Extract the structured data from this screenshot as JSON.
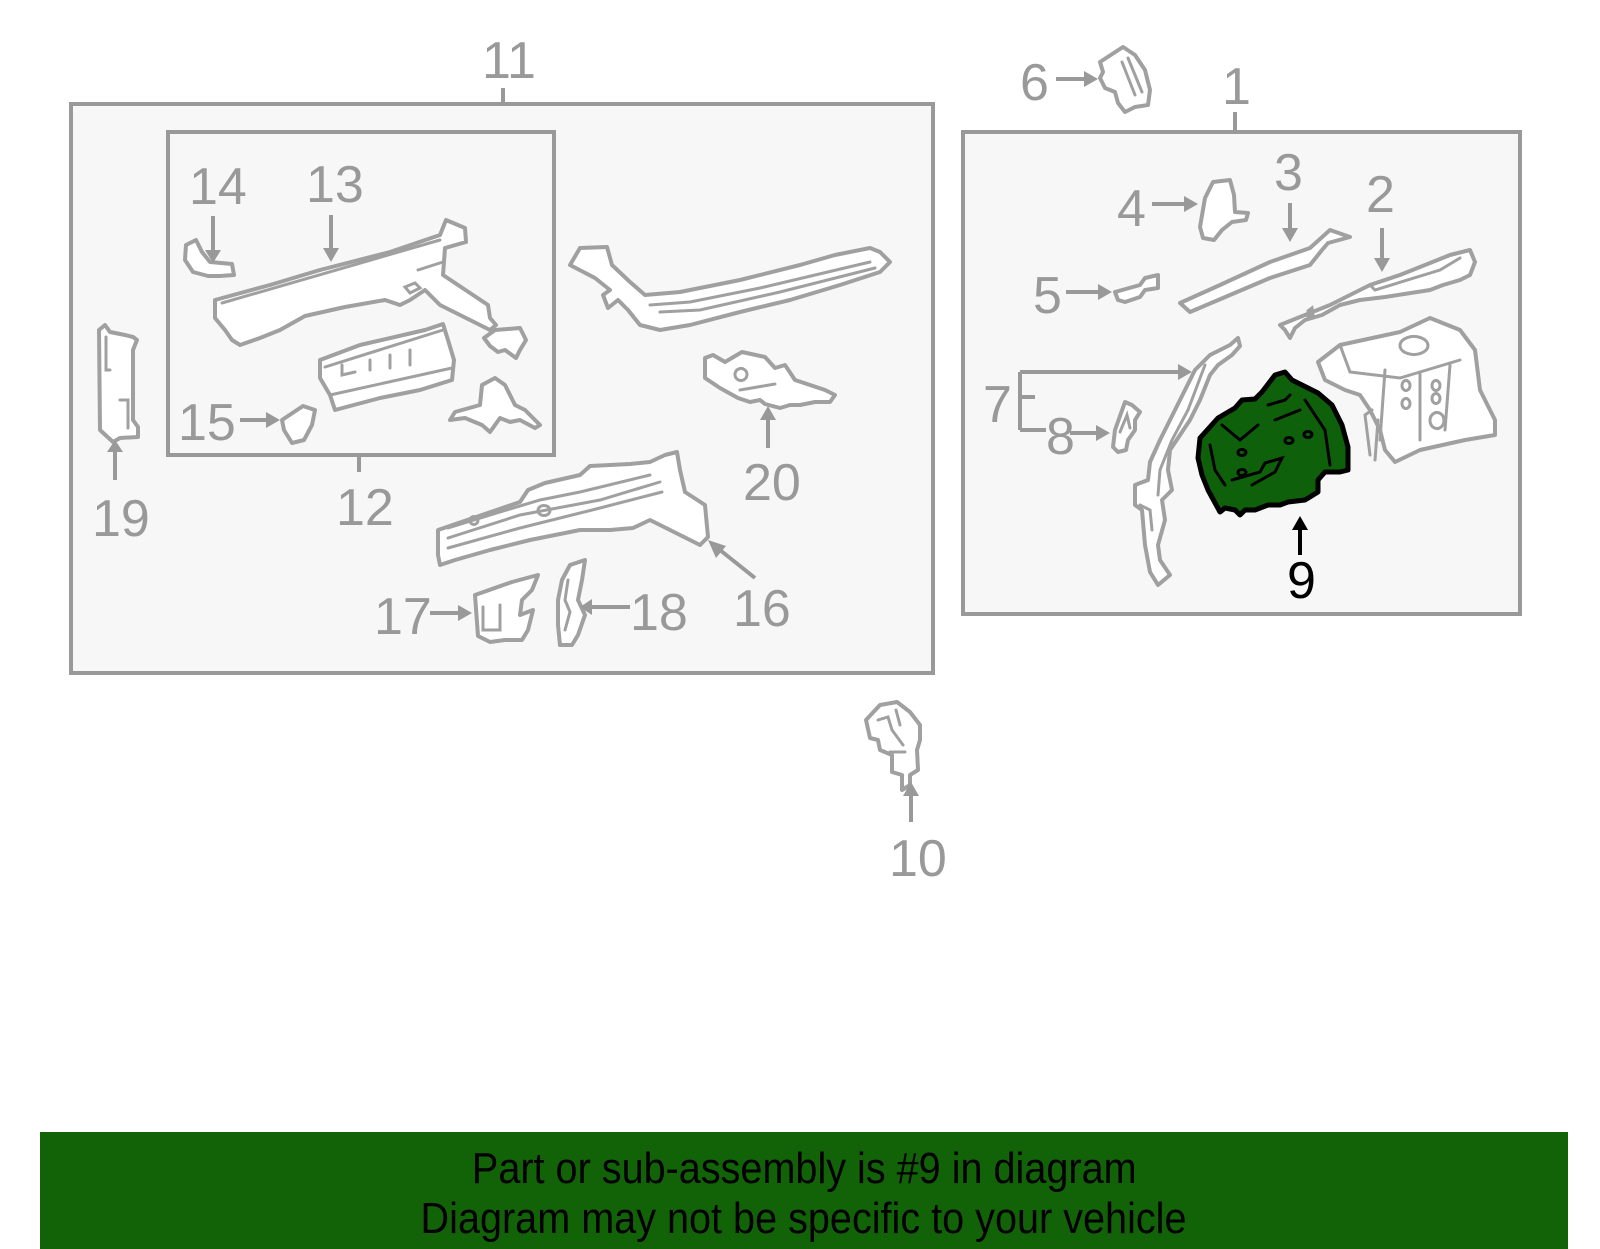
{
  "diagram": {
    "highlighted_part": "9",
    "highlight_color": "#0f600a",
    "line_color": "#999999",
    "box_fill": "#f7f7f7",
    "callouts": {
      "c1": "1",
      "c2": "2",
      "c3": "3",
      "c4": "4",
      "c5": "5",
      "c6": "6",
      "c7": "7",
      "c8": "8",
      "c9": "9",
      "c10": "10",
      "c11": "11",
      "c12": "12",
      "c13": "13",
      "c14": "14",
      "c15": "15",
      "c16": "16",
      "c17": "17",
      "c18": "18",
      "c19": "19",
      "c20": "20"
    },
    "groups": [
      {
        "label": "11",
        "contains": [
          "12",
          "16",
          "17",
          "18",
          "20"
        ]
      },
      {
        "label": "12",
        "contains": [
          "13",
          "14",
          "15"
        ]
      },
      {
        "label": "1",
        "contains": [
          "2",
          "3",
          "4",
          "5",
          "7",
          "8",
          "9"
        ]
      }
    ]
  },
  "banner": {
    "line1": "Part or sub-assembly is #9 in diagram",
    "line2": "Diagram may not be specific to your vehicle",
    "background": "#126308"
  }
}
